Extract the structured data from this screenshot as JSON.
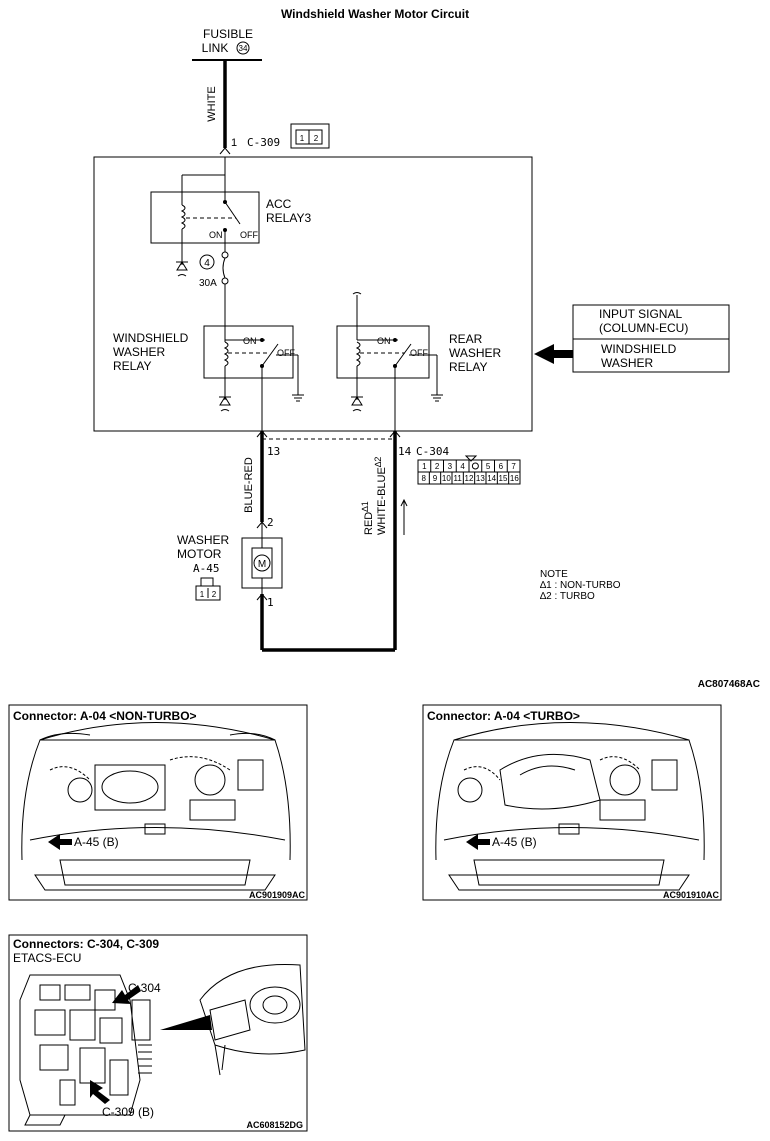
{
  "title": "Windshield Washer Motor Circuit",
  "fusible_link": {
    "label_line1": "FUSIBLE",
    "label_line2": "LINK",
    "number": "34"
  },
  "wire_white": "WHITE",
  "c309": {
    "pin": "1",
    "name": "C-309",
    "pins": [
      "1",
      "2"
    ]
  },
  "acc_relay": {
    "line1": "ACC",
    "line2": "RELAY3",
    "on": "ON",
    "off": "OFF"
  },
  "fuse": {
    "number": "4",
    "rating": "30A"
  },
  "ws_relay": {
    "line1": "WINDSHIELD",
    "line2": "WASHER",
    "line3": "RELAY",
    "on": "ON",
    "off": "OFF"
  },
  "rear_relay": {
    "line1": "REAR",
    "line2": "WASHER",
    "line3": "RELAY",
    "on": "ON",
    "off": "OFF"
  },
  "input_signal": {
    "line1": "INPUT SIGNAL",
    "line2": "(COLUMN-ECU)",
    "line3": "WINDSHIELD",
    "line4": "WASHER"
  },
  "c304": {
    "pin13": "13",
    "pin14": "14",
    "name": "C-304",
    "row1": [
      "1",
      "2",
      "3",
      "4",
      "",
      "5",
      "6",
      "7"
    ],
    "row2": [
      "8",
      "9",
      "10",
      "11",
      "12",
      "13",
      "14",
      "15",
      "16"
    ]
  },
  "wire_blue_red": "BLUE-RED",
  "wire_red": "RED",
  "wire_red_sup": "∆1",
  "wire_white_blue": "WHITE-BLUE",
  "wire_white_blue_sup": "∆2",
  "washer_motor": {
    "line1": "WASHER",
    "line2": "MOTOR",
    "connector": "A-45",
    "pin_top": "2",
    "pin_bottom": "1",
    "conn_pins": [
      "1",
      "2"
    ]
  },
  "note": {
    "title": "NOTE",
    "line1": "∆1 : NON-TURBO",
    "line2": "∆2 : TURBO"
  },
  "diagram_code": "AC807468AC",
  "panel1": {
    "title": "Connector: A-04 <NON-TURBO>",
    "label": "A-45 (B)",
    "code": "AC901909AC"
  },
  "panel2": {
    "title": "Connector: A-04 <TURBO>",
    "label": "A-45 (B)",
    "code": "AC901910AC"
  },
  "panel3": {
    "title": "Connectors: C-304, C-309",
    "subtitle": "ETACS-ECU",
    "label_c304": "C-304",
    "label_c309": "C-309 (B)",
    "code": "AC608152DG"
  }
}
